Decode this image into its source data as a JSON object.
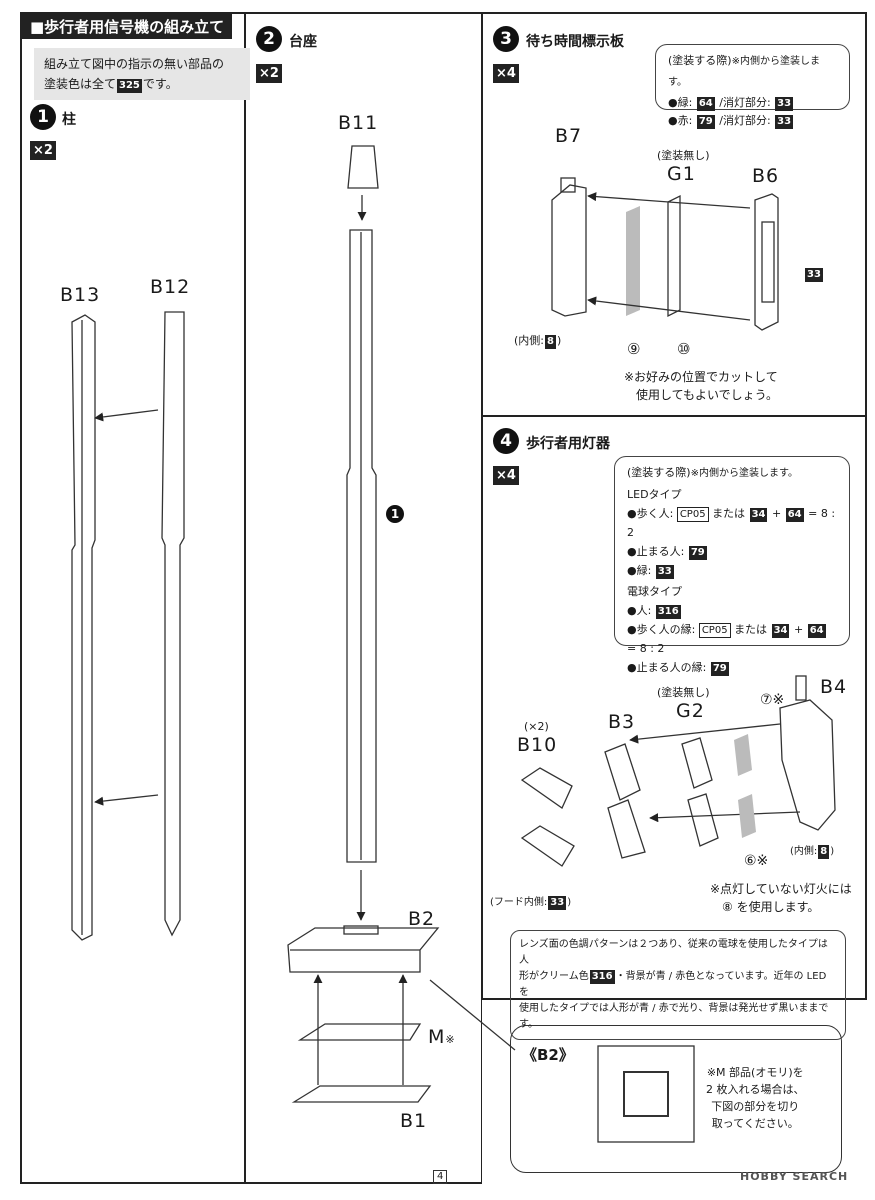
{
  "header": {
    "title": "■歩行者用信号機の組み立て"
  },
  "intro": {
    "text_pre": "組み立て図中の指示の無い部品の",
    "text_line2_pre": "塗装色は全て",
    "color": "325",
    "text_post": "です。"
  },
  "step1": {
    "number": "1",
    "title": "柱",
    "multiplier": "×2",
    "parts": [
      "B13",
      "B12"
    ]
  },
  "step2": {
    "number": "2",
    "title": "台座",
    "multiplier": "×2",
    "parts": {
      "top": "B11",
      "base": "B2",
      "weight": "M",
      "weight_note": "※",
      "bottom": "B1"
    },
    "ref": "1"
  },
  "inset": {
    "label": "《B2》",
    "note": [
      "※M 部品(オモリ)を",
      "2 枚入れる場合は、",
      "下図の部分を切り",
      "取ってください。"
    ]
  },
  "step3": {
    "number": "3",
    "title": "待ち時間標示板",
    "multiplier": "×4",
    "paint_title": "(塗装する際)",
    "paint_title_note": "※内側から塗装します。",
    "rows": [
      {
        "label": "●緑:",
        "c1": "64",
        "mid": "/消灯部分:",
        "c2": "33"
      },
      {
        "label": "●赤:",
        "c1": "79",
        "mid": "/消灯部分:",
        "c2": "33"
      }
    ],
    "no_paint": "(塗装無し)",
    "parts": [
      "B7",
      "G1",
      "B6"
    ],
    "b6_color": "33",
    "inner_label": "(内側:",
    "inner_color": "8",
    "inner_close": ")",
    "stickers": [
      "⑨",
      "⑩"
    ],
    "cut_note": [
      "※お好みの位置でカットして",
      "使用してもよいでしょう。"
    ]
  },
  "step4": {
    "number": "4",
    "title": "歩行者用灯器",
    "multiplier": "×4",
    "paint_title": "(塗装する際)",
    "paint_title_note": "※内側から塗装します。",
    "led_title": "LEDタイプ",
    "led_rows": [
      {
        "label": "●歩く人:",
        "a": "CP05",
        "or": "または",
        "b": "34",
        "plus": "+",
        "c": "64",
        "ratio": "= 8 : 2"
      },
      {
        "label": "●止まる人:",
        "b": "79"
      },
      {
        "label": "●緑:",
        "b": "33"
      }
    ],
    "bulb_title": "電球タイプ",
    "bulb_rows": [
      {
        "label": "●人:",
        "b": "316"
      },
      {
        "label": "●歩く人の縁:",
        "a": "CP05",
        "or": "または",
        "b": "34",
        "plus": "+",
        "c": "64",
        "ratio": "= 8 : 2"
      },
      {
        "label": "●止まる人の縁:",
        "b": "79"
      }
    ],
    "no_paint": "(塗装無し)",
    "parts": {
      "b10_count": "(×2)",
      "b10": "B10",
      "b3": "B3",
      "g2": "G2",
      "b4": "B4"
    },
    "sticker7": "⑦※",
    "sticker6": "⑥※",
    "hood_label": "(フード内側:",
    "hood_color": "33",
    "hood_close": ")",
    "inner_label": "(内側:",
    "inner_color": "8",
    "inner_close": ")",
    "unlit_note": [
      "※点灯していない灯火には",
      "⑧ を使用します。"
    ],
    "lens_note": {
      "l1": "レンズ面の色調パターンは２つあり、従来の電球を使用したタイプは人",
      "l2_pre": "形がクリーム色",
      "l2_color": "316",
      "l2_post": "・背景が青 / 赤色となっています。近年の LED を",
      "l3": "使用したタイプでは人形が青 / 赤で光り、背景は発光せず黒いままです。"
    }
  },
  "footer": {
    "page": "4",
    "watermark": "HOBBY SEARCH"
  }
}
